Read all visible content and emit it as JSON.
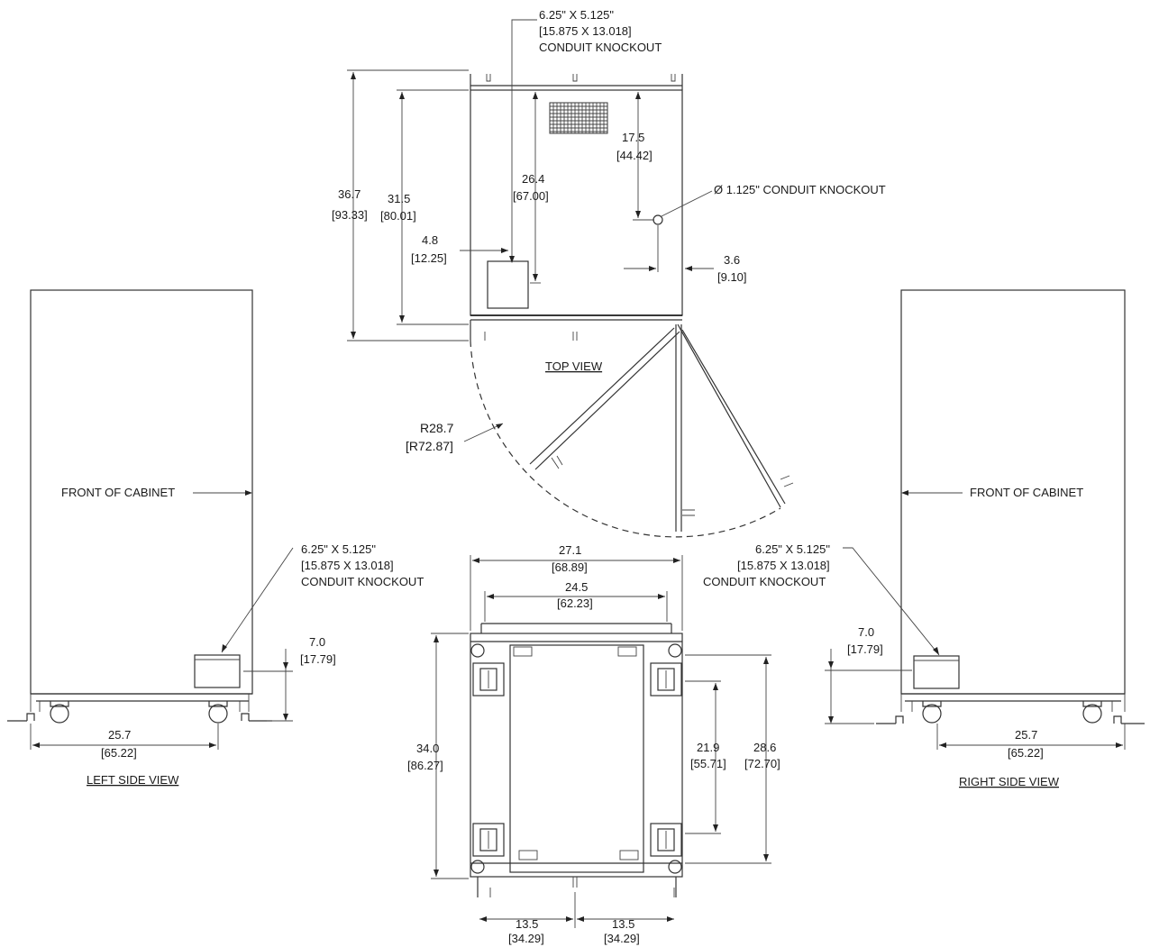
{
  "top_view": {
    "title": "TOP VIEW",
    "knockout_rect": {
      "line1": "6.25\" X 5.125\"",
      "line2": "[15.875 X 13.018]",
      "line3": "CONDUIT KNOCKOUT"
    },
    "knockout_round": "Ø 1.125\" CONDUIT KNOCKOUT",
    "dim_depth_total": {
      "inch": "36.7",
      "mm": "[93.33]"
    },
    "dim_depth_inner": {
      "inch": "31.5",
      "mm": "[80.01]"
    },
    "dim_knockout_y": {
      "inch": "26.4",
      "mm": "[67.00]"
    },
    "dim_round_y": {
      "inch": "17.5",
      "mm": "[44.42]"
    },
    "dim_knockout_x": {
      "inch": "4.8",
      "mm": "[12.25]"
    },
    "dim_round_x": {
      "inch": "3.6",
      "mm": "[9.10]"
    },
    "door_radius": {
      "inch": "R28.7",
      "mm": "[R72.87]"
    }
  },
  "left_view": {
    "title": "LEFT SIDE VIEW",
    "front_label": "FRONT OF CABINET",
    "knockout": {
      "line1": "6.25\" X 5.125\"",
      "line2": "[15.875 X 13.018]",
      "line3": "CONDUIT KNOCKOUT"
    },
    "dim_height": {
      "inch": "7.0",
      "mm": "[17.79]"
    },
    "dim_width": {
      "inch": "25.7",
      "mm": "[65.22]"
    }
  },
  "right_view": {
    "title": "RIGHT SIDE VIEW",
    "front_label": "FRONT OF CABINET",
    "knockout": {
      "line1": "6.25\" X 5.125\"",
      "line2": "[15.875 X 13.018]",
      "line3": "CONDUIT KNOCKOUT"
    },
    "dim_height": {
      "inch": "7.0",
      "mm": "[17.79]"
    },
    "dim_width": {
      "inch": "25.7",
      "mm": "[65.22]"
    }
  },
  "bottom_view": {
    "dim_outer_width": {
      "inch": "27.1",
      "mm": "[68.89]"
    },
    "dim_inner_width": {
      "inch": "24.5",
      "mm": "[62.23]"
    },
    "dim_depth": {
      "inch": "34.0",
      "mm": "[86.27]"
    },
    "dim_caster_span": {
      "inch": "21.9",
      "mm": "[55.71]"
    },
    "dim_frame_depth": {
      "inch": "28.6",
      "mm": "[72.70]"
    },
    "dim_half_left": {
      "inch": "13.5",
      "mm": "[34.29]"
    },
    "dim_half_right": {
      "inch": "13.5",
      "mm": "[34.29]"
    }
  }
}
